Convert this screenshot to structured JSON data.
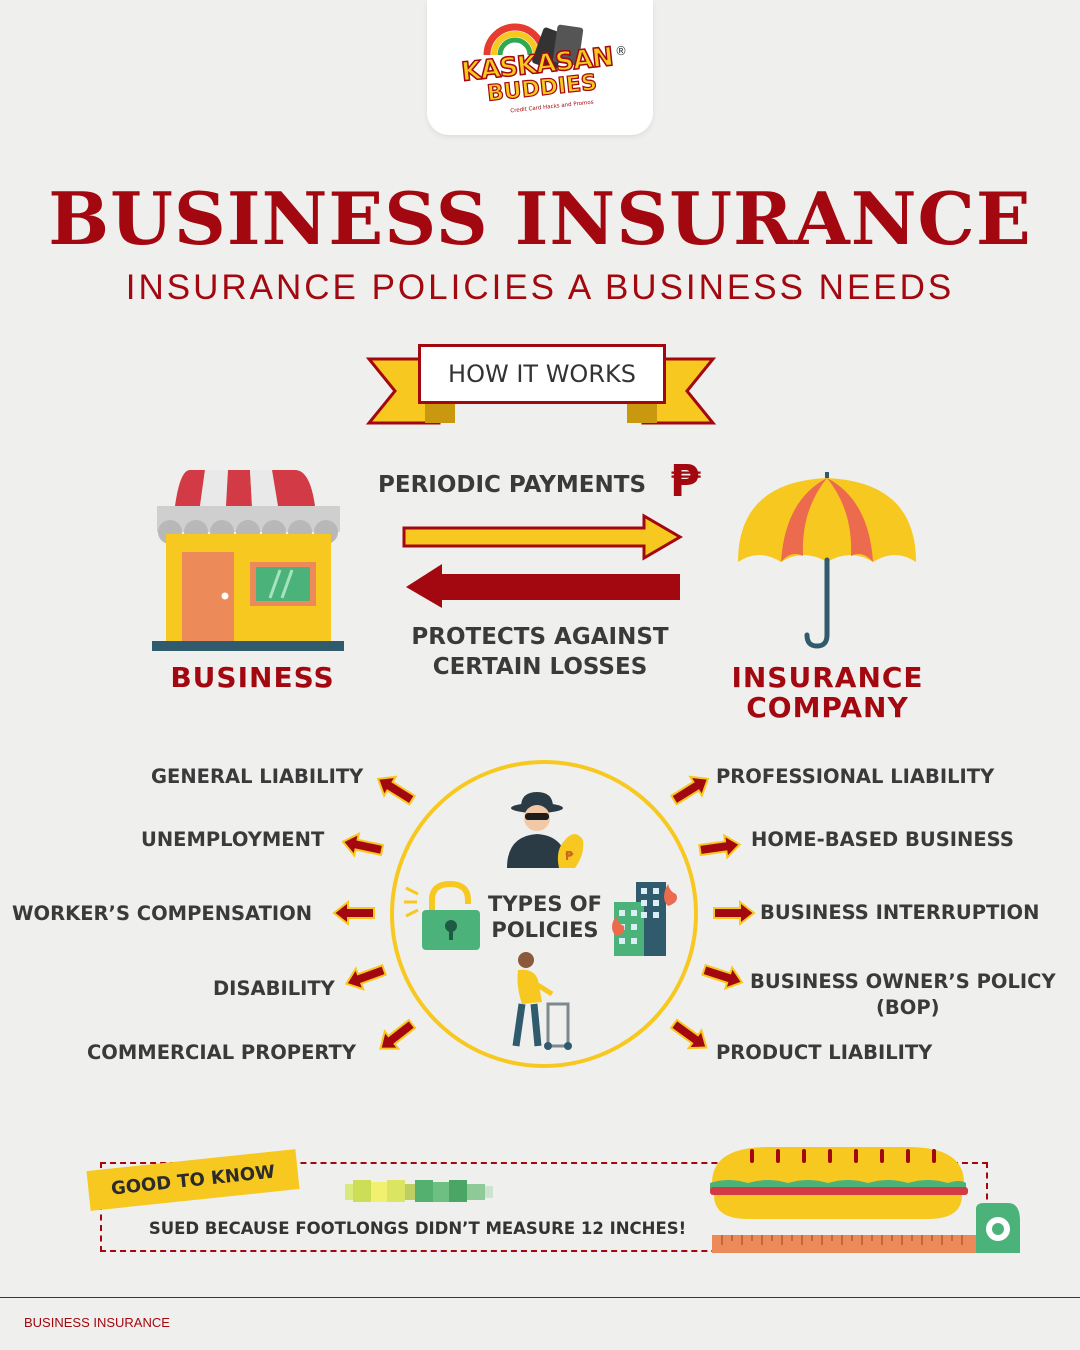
{
  "logo": {
    "brand_line1": "KASKASAN",
    "brand_line2": "BUDDIES",
    "tagline": "Credit Card Hacks and Promos",
    "registered": "®"
  },
  "header": {
    "title": "BUSINESS INSURANCE",
    "subtitle": "INSURANCE POLICIES A BUSINESS NEEDS"
  },
  "how_it_works": {
    "label": "HOW IT WORKS",
    "payment_label": "PERIODIC PAYMENTS",
    "currency_symbol": "₱",
    "protection_line1": "PROTECTS AGAINST",
    "protection_line2": "CERTAIN LOSSES",
    "business_label": "BUSINESS",
    "insurer_line1": "INSURANCE",
    "insurer_line2": "COMPANY"
  },
  "policies": {
    "center_line1": "TYPES OF",
    "center_line2": "POLICIES",
    "left": [
      "GENERAL LIABILITY",
      "UNEMPLOYMENT",
      "WORKER’S COMPENSATION",
      "DISABILITY",
      "COMMERCIAL PROPERTY"
    ],
    "right": [
      "PROFESSIONAL LIABILITY",
      "HOME-BASED BUSINESS",
      "BUSINESS INTERRUPTION",
      "BUSINESS OWNER’S POLICY",
      "(BOP)",
      "PRODUCT LIABILITY"
    ]
  },
  "good_to_know": {
    "tag": "GOOD TO KNOW",
    "text": "SUED BECAUSE FOOTLONGS DIDN’T MEASURE 12 INCHES!"
  },
  "footer": {
    "text": "BUSINESS INSURANCE"
  },
  "colors": {
    "brand_red": "#a3070f",
    "yellow": "#f7c81f",
    "background": "#efefed",
    "text_dark": "#3a3a3a"
  }
}
